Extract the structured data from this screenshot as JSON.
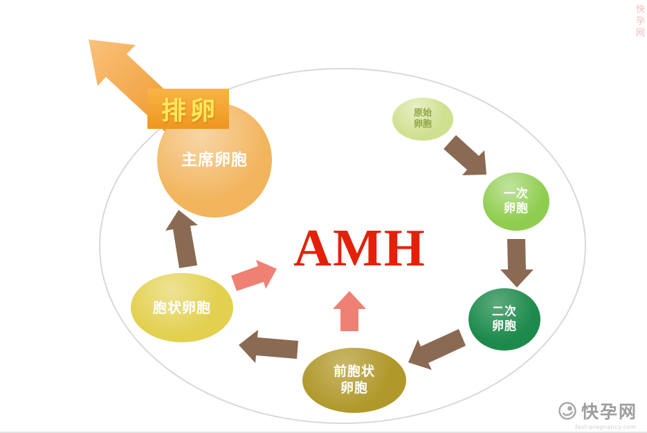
{
  "center_title": "AMH",
  "ovulation": {
    "label": "排卵"
  },
  "nodes": {
    "dominant": {
      "label": "主席卵胞"
    },
    "primordial": {
      "label": "原始\n卵胞"
    },
    "primary": {
      "label": "一次\n卵胞"
    },
    "secondary": {
      "label": "二次\n卵胞"
    },
    "preantral": {
      "label": "前胞状\n卵胞"
    },
    "antral": {
      "label": "胞状卵胞"
    }
  },
  "watermark": {
    "site_name": "快孕网",
    "site_url": "fast-pregnancy.com"
  },
  "corner_watermark": {
    "text": "快孕网"
  },
  "colors": {
    "amh_text": "#e32109",
    "cycle_arrow": "#8a6a53",
    "amh_arrow": "#ee8173",
    "ovulation_box_text": "#ffe95a",
    "dominant_fill": "#f2b45c",
    "primordial_fill": "#cfe08e",
    "primary_fill": "#8fcd4f",
    "secondary_fill": "#1d8a4b",
    "preantral_fill": "#b0982a",
    "antral_fill": "#e2d04e"
  }
}
